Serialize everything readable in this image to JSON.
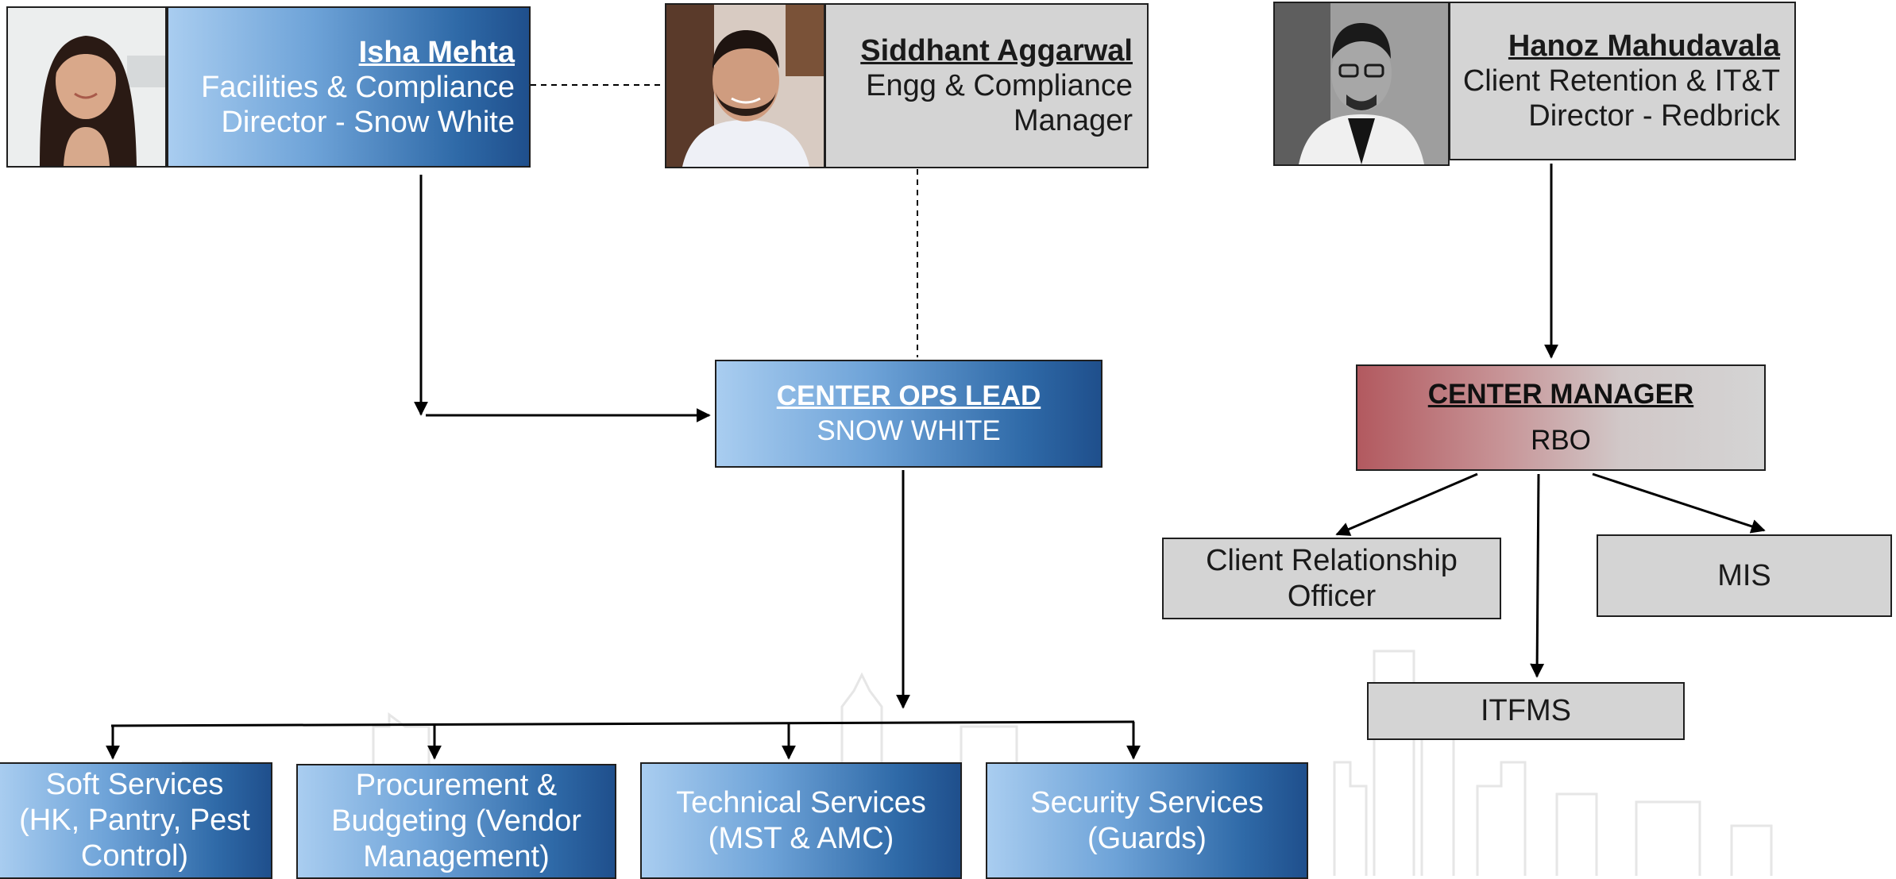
{
  "people": {
    "isha": {
      "name": "Isha Mehta",
      "role_line1": "Facilities & Compliance",
      "role_line2": "Director - Snow White"
    },
    "siddhant": {
      "name": "Siddhant Aggarwal",
      "role_line1": "Engg & Compliance",
      "role_line2": "Manager"
    },
    "hanoz": {
      "name": "Hanoz Mahudavala",
      "role_line1": "Client Retention & IT&T",
      "role_line2": "Director - Redbrick"
    }
  },
  "center_ops_lead": {
    "title": "CENTER OPS LEAD",
    "subtitle": "SNOW WHITE"
  },
  "center_manager": {
    "title": "CENTER MANAGER",
    "subtitle": "RBO"
  },
  "rbo_reports": {
    "client_relationship": {
      "line1": "Client Relationship",
      "line2": "Officer"
    },
    "mis": "MIS",
    "itfms": "ITFMS"
  },
  "services": [
    {
      "line1": "Soft Services",
      "line2": "(HK, Pantry, Pest",
      "line3": "Control)"
    },
    {
      "line1": "Procurement &",
      "line2": "Budgeting (Vendor",
      "line3": "Management)"
    },
    {
      "line1": "Technical Services",
      "line2": "(MST & AMC)"
    },
    {
      "line1": "Security Services",
      "line2": "(Guards)"
    }
  ],
  "colors": {
    "blue_box_gradient": [
      "#a9cdf0",
      "#2f6aa8",
      "#1f4f8c"
    ],
    "grey_box": "#d4d4d4",
    "center_manager_gradient": [
      "#b2595f",
      "#d4d4d4"
    ],
    "connector": "#000000",
    "skyline_watermark": "#e6e6e6"
  },
  "icons": {
    "isha_photo": "woman-portrait-photo",
    "siddhant_photo": "man-portrait-photo",
    "hanoz_photo": "man-portrait-photo-bw",
    "background": "city-skyline-watermark"
  }
}
